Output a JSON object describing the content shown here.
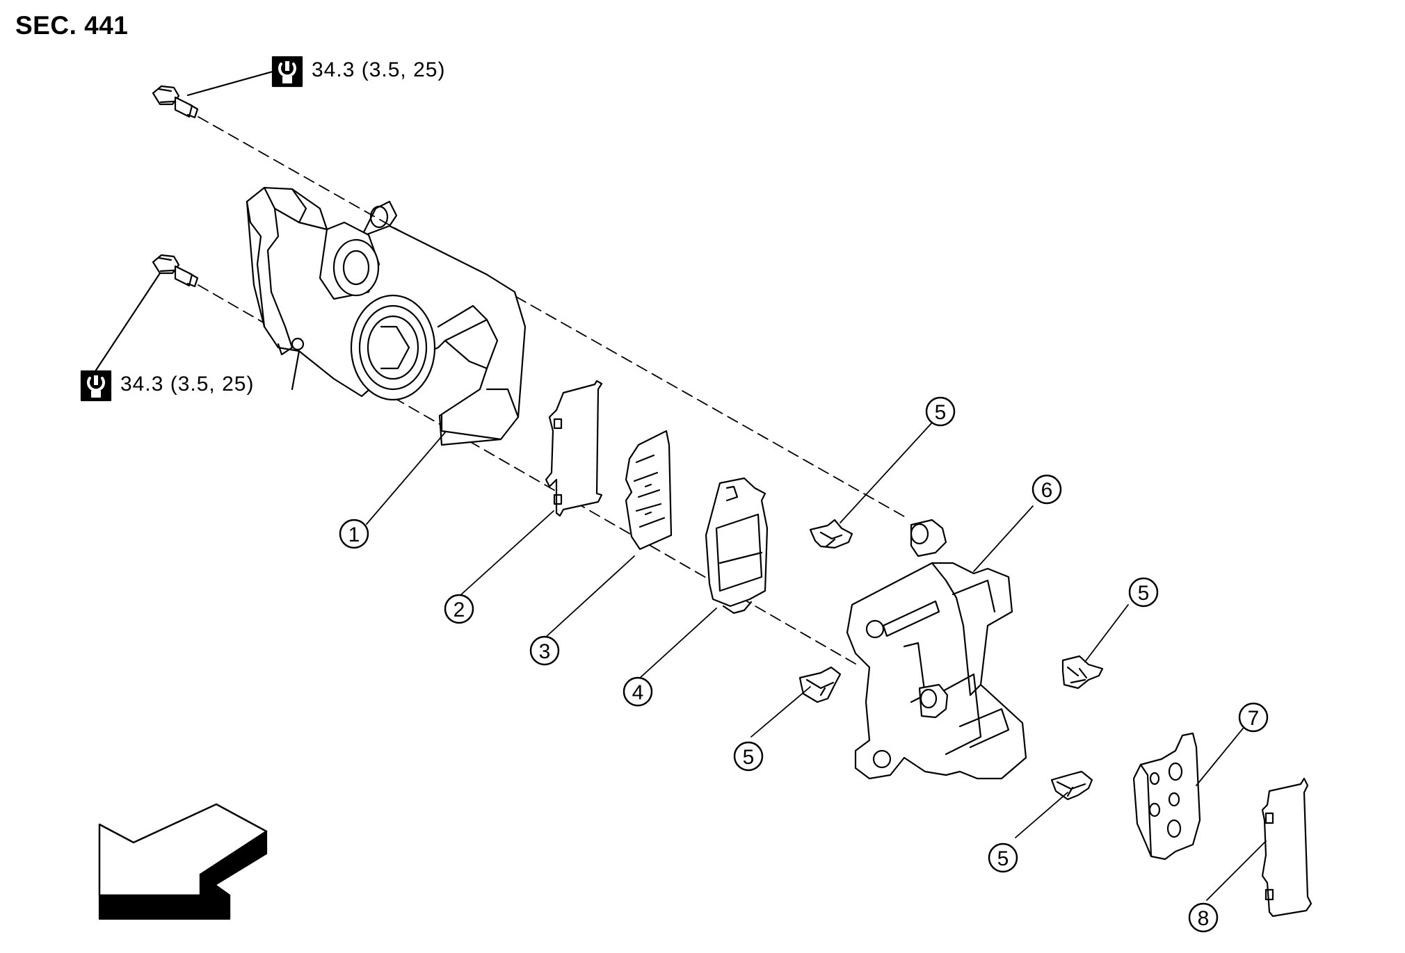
{
  "section": "SEC. 441",
  "torque_specs": [
    {
      "value": "34.3 (3.5, 25)",
      "icon": "torque-wrench-icon"
    },
    {
      "value": "34.3 (3.5, 25)",
      "icon": "torque-wrench-icon"
    }
  ],
  "callouts": [
    {
      "number": "1"
    },
    {
      "number": "2"
    },
    {
      "number": "3"
    },
    {
      "number": "4"
    },
    {
      "number": "5"
    },
    {
      "number": "5"
    },
    {
      "number": "5"
    },
    {
      "number": "5"
    },
    {
      "number": "6"
    },
    {
      "number": "7"
    },
    {
      "number": "8"
    }
  ],
  "front_arrow": {
    "icon": "front-direction-arrow-icon"
  }
}
